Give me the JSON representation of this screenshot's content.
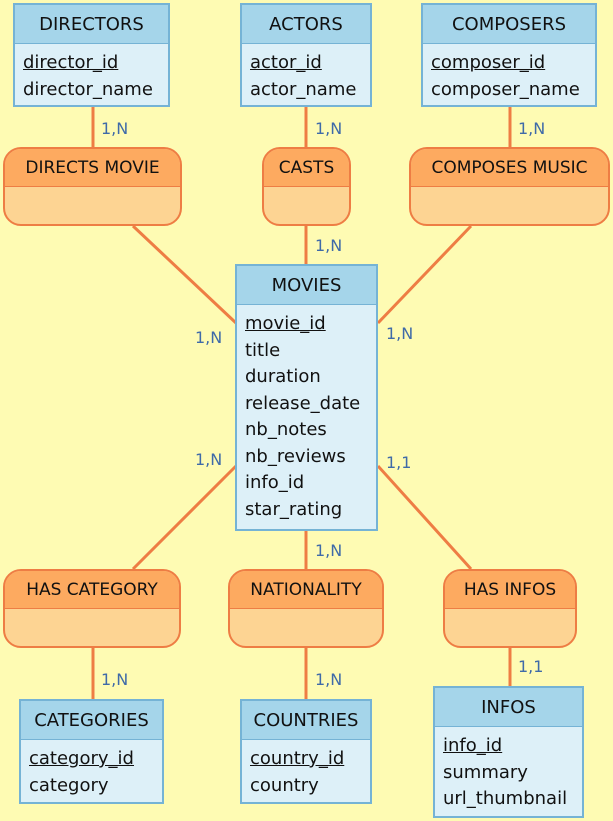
{
  "entities": [
    {
      "id": "directors",
      "title": "DIRECTORS",
      "attributes": [
        {
          "name": "director_id",
          "key": true
        },
        {
          "name": "director_name",
          "key": false
        }
      ]
    },
    {
      "id": "actors",
      "title": "ACTORS",
      "attributes": [
        {
          "name": "actor_id",
          "key": true
        },
        {
          "name": "actor_name",
          "key": false
        }
      ]
    },
    {
      "id": "composers",
      "title": "COMPOSERS",
      "attributes": [
        {
          "name": "composer_id",
          "key": true
        },
        {
          "name": "composer_name",
          "key": false
        }
      ]
    },
    {
      "id": "movies",
      "title": "MOVIES",
      "attributes": [
        {
          "name": "movie_id",
          "key": true
        },
        {
          "name": "title",
          "key": false
        },
        {
          "name": "duration",
          "key": false
        },
        {
          "name": "release_date",
          "key": false
        },
        {
          "name": "nb_notes",
          "key": false
        },
        {
          "name": "nb_reviews",
          "key": false
        },
        {
          "name": "info_id",
          "key": false
        },
        {
          "name": "star_rating",
          "key": false
        }
      ]
    },
    {
      "id": "categories",
      "title": "CATEGORIES",
      "attributes": [
        {
          "name": "category_id",
          "key": true
        },
        {
          "name": "category",
          "key": false
        }
      ]
    },
    {
      "id": "countries",
      "title": "COUNTRIES",
      "attributes": [
        {
          "name": "country_id",
          "key": true
        },
        {
          "name": "country",
          "key": false
        }
      ]
    },
    {
      "id": "infos",
      "title": "INFOS",
      "attributes": [
        {
          "name": "info_id",
          "key": true
        },
        {
          "name": "summary",
          "key": false
        },
        {
          "name": "url_thumbnail",
          "key": false
        }
      ]
    }
  ],
  "relationships": [
    {
      "id": "directs_movie",
      "label": "DIRECTS MOVIE"
    },
    {
      "id": "casts",
      "label": "CASTS"
    },
    {
      "id": "composes_music",
      "label": "COMPOSES MUSIC"
    },
    {
      "id": "has_category",
      "label": "HAS CATEGORY"
    },
    {
      "id": "nationality",
      "label": "NATIONALITY"
    },
    {
      "id": "has_infos",
      "label": "HAS INFOS"
    }
  ],
  "cardinalities": {
    "directors_directs": "1,N",
    "actors_casts": "1,N",
    "composers_composes": "1,N",
    "casts_movies": "1,N",
    "directs_movies": "1,N",
    "composes_movies": "1,N",
    "has_category_movies": "1,N",
    "has_infos_movies": "1,1",
    "nationality_movies": "1,N",
    "has_category_categories": "1,N",
    "nationality_countries": "1,N",
    "has_infos_infos": "1,1"
  }
}
